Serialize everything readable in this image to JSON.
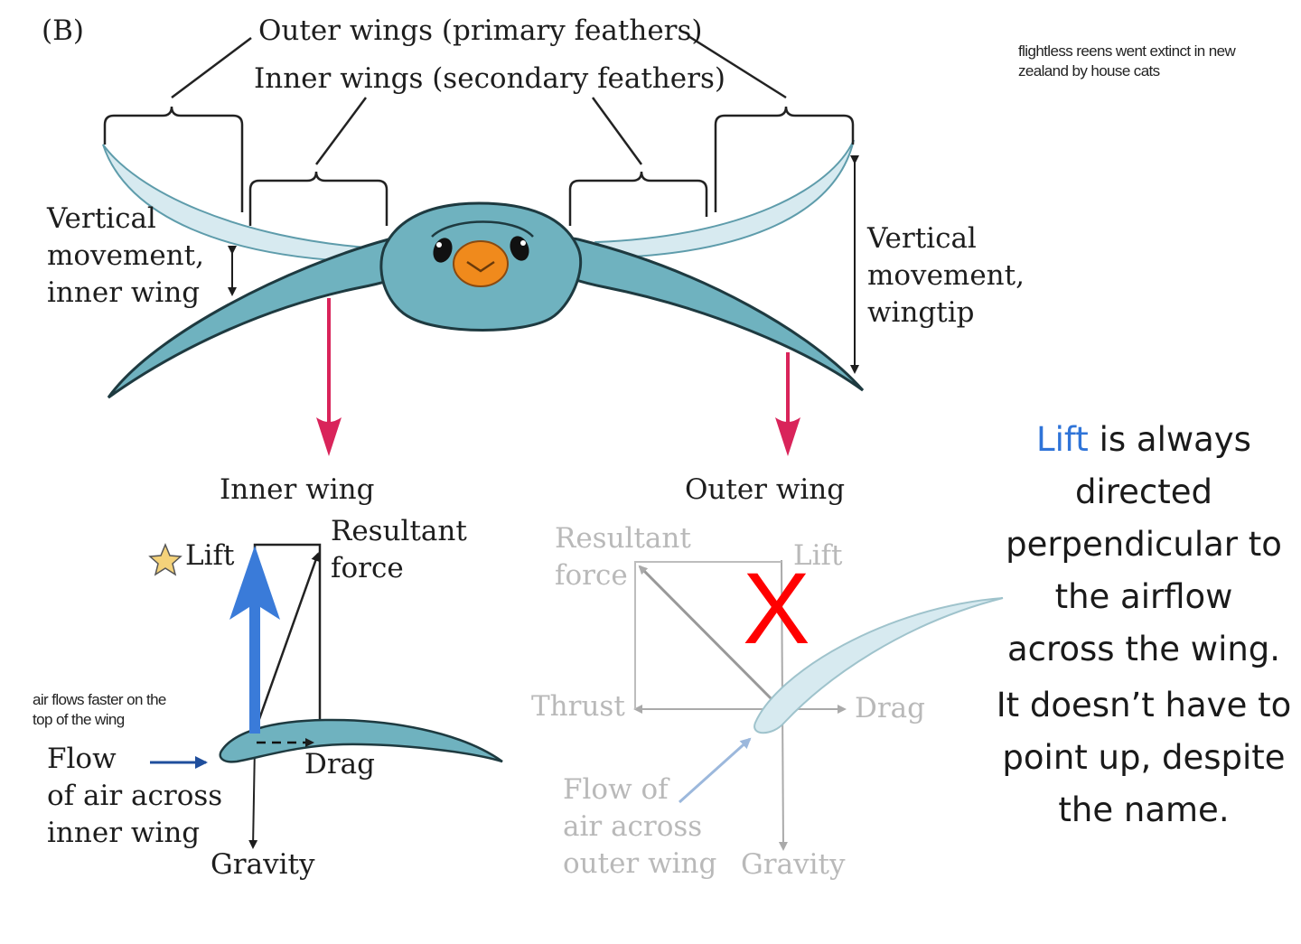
{
  "panel_label": "(B)",
  "top_labels": {
    "outer_wings": "Outer wings (primary feathers)",
    "inner_wings": "Inner wings (secondary feathers)"
  },
  "note": {
    "line1": "flightless reens went extinct in new",
    "line2": "zealand by house cats"
  },
  "vertical_inner": [
    "Vertical",
    "movement,",
    "inner wing"
  ],
  "vertical_tip": [
    "Vertical",
    "movement,",
    "wingtip"
  ],
  "inner_wing_title": "Inner wing",
  "outer_wing_title": "Outer wing",
  "inner_diagram": {
    "lift": "Lift",
    "resultant": [
      "Resultant",
      "force"
    ],
    "note": [
      "air flows faster on the",
      "top of the wing"
    ],
    "flow": [
      "Flow",
      "of air across",
      "inner wing"
    ],
    "drag": "Drag",
    "gravity": "Gravity"
  },
  "outer_diagram": {
    "resultant": [
      "Resultant",
      "force"
    ],
    "lift": "Lift",
    "thrust": "Thrust",
    "drag": "Drag",
    "flow": [
      "Flow of",
      "air across",
      "outer wing"
    ],
    "gravity": "Gravity",
    "cross_mark": "X"
  },
  "explanation": {
    "lift_word": "Lift",
    "line1_rest": " is always",
    "lines_a": [
      "directed",
      "perpendicular to",
      "the airflow",
      "across the wing."
    ],
    "lines_b": [
      "It doesn’t have to",
      "point up, despite",
      "the name."
    ]
  },
  "colors": {
    "bird_body": "#6fb2bf",
    "wing_pale": "#d7eaf0",
    "beak": "#f08a1c",
    "red_arrow": "#d9245a",
    "lift_blue": "#3a7bd9",
    "cross_red": "#ff0000",
    "flow_arrow": "#1f4e9c"
  }
}
